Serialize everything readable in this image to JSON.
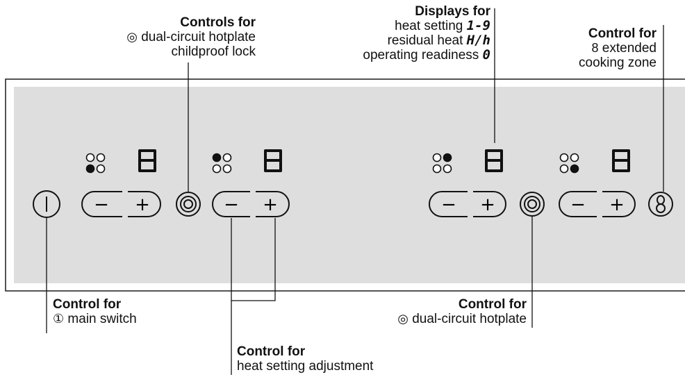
{
  "labels": {
    "top_left": {
      "title": "Controls for",
      "line1_symbol": "◎",
      "line1_text": " dual-circuit hotplate",
      "line2": "childproof lock"
    },
    "top_middle": {
      "title": "Displays for",
      "line1_text": "heat setting ",
      "line1_glyph": "1-9",
      "line2_text": "residual heat ",
      "line2_glyph": "H/h",
      "line3_text": "operating readiness ",
      "line3_glyph": "0"
    },
    "top_right": {
      "title": "Control for",
      "line1_symbol": "8",
      "line1_text": " extended",
      "line2": "cooking zone"
    },
    "bottom_left": {
      "title": "Control for",
      "line1_symbol": "①",
      "line1_text": " main switch"
    },
    "bottom_right": {
      "title": "Control for",
      "line1_symbol": "◎",
      "line1_text": " dual-circuit hotplate"
    },
    "bottom_middle": {
      "title": "Control for",
      "line1": "heat setting adjustment"
    }
  },
  "displays": {
    "digit": "8"
  },
  "buttons": {
    "minus": "−",
    "plus": "+"
  },
  "colors": {
    "panel": "#dedede",
    "line": "#1a1a1a"
  }
}
